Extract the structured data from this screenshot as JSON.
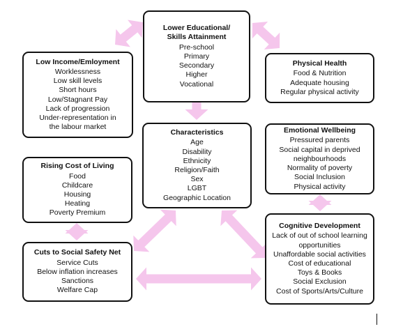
{
  "arrow_color": "#f5c6ec",
  "boxes": {
    "education": {
      "title": "Lower Educational/ Skills Attainment",
      "items": [
        "Pre-school",
        "Primary",
        "Secondary",
        "Higher",
        "Vocational"
      ]
    },
    "income": {
      "title": "Low Income/Emloyment",
      "items": [
        "Worklessness",
        "Low skill levels",
        "Short hours",
        "Low/Stagnant Pay",
        "Lack of progression",
        "Under-representation in the labour market"
      ]
    },
    "physical": {
      "title": "Physical Health",
      "items": [
        "Food & Nutrition",
        "Adequate housing",
        "Regular physical activity"
      ]
    },
    "characteristics": {
      "title": "Characteristics",
      "items": [
        "Age",
        "Disability",
        "Ethnicity",
        "Religion/Faith",
        "Sex",
        "LGBT",
        "Geographic Location"
      ]
    },
    "emotional": {
      "title": "Emotional Wellbeing",
      "items": [
        "Pressured parents",
        "Social capital in deprived neighbourhoods",
        "Normality of poverty",
        "Social Inclusion",
        "Physical activity"
      ]
    },
    "cost": {
      "title": "Rising Cost of Living",
      "items": [
        "Food",
        "Childcare",
        "Housing",
        "Heating",
        "Poverty Premium"
      ]
    },
    "cuts": {
      "title": "Cuts to Social Safety Net",
      "items": [
        "Service Cuts",
        "Below inflation increases",
        "Sanctions",
        "Welfare Cap"
      ]
    },
    "cognitive": {
      "title": "Cognitive Development",
      "items": [
        "Lack of out of school learning opportunities",
        "Unaffordable social activities",
        "Cost of educational Toys & Books",
        "Social Exclusion",
        "Cost of Sports/Arts/Culture"
      ]
    }
  }
}
